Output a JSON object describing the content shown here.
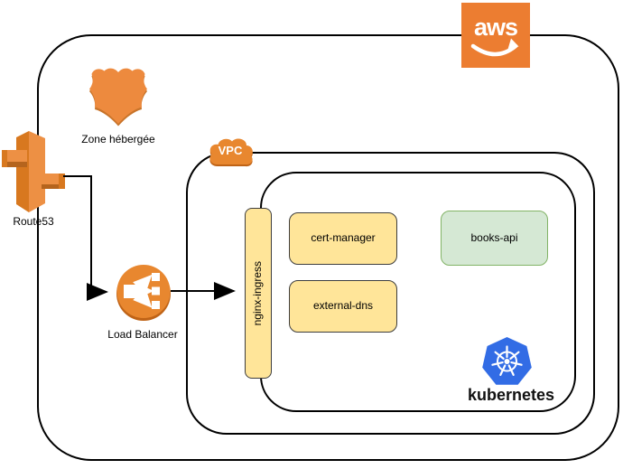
{
  "diagram": {
    "type": "architecture-diagram",
    "containers": {
      "aws_cloud": {
        "logo_text": "aws"
      },
      "vpc": {
        "label": "VPC"
      },
      "kubernetes_cluster": {
        "wordmark": "kubernetes"
      }
    },
    "nodes": {
      "hosted_zone": {
        "label": "Zone hébergée"
      },
      "route53": {
        "label": "Route53"
      },
      "load_balancer": {
        "label": "Load Balancer"
      },
      "nginx_ingress": {
        "label": "nginx-ingress"
      },
      "cert_manager": {
        "label": "cert-manager"
      },
      "external_dns": {
        "label": "external-dns"
      },
      "books_api": {
        "label": "books-api"
      }
    },
    "edges": [
      {
        "from": "Route53",
        "to": "Load Balancer",
        "arrow": true
      },
      {
        "from": "Load Balancer",
        "to": "nginx-ingress",
        "arrow": true
      }
    ],
    "icons": {
      "aws_logo": "aws-smile-logo",
      "hosted_zone": "shield-badge",
      "route53": "route53-3d-signpost",
      "load_balancer": "elb-circle-fanout",
      "vpc": "cloud",
      "kubernetes": "helm-wheel-heptagon"
    },
    "colors": {
      "aws_orange": "#EC7D31",
      "orange_dark": "#BF6316",
      "kubernetes_blue": "#326CE5",
      "node_yellow_fill": "#FFE599",
      "node_yellow_border": "#3d3d3d",
      "node_green_fill": "#D5E8D4",
      "node_green_border": "#82B366",
      "line_black": "#000000",
      "background": "#FFFFFF"
    }
  }
}
